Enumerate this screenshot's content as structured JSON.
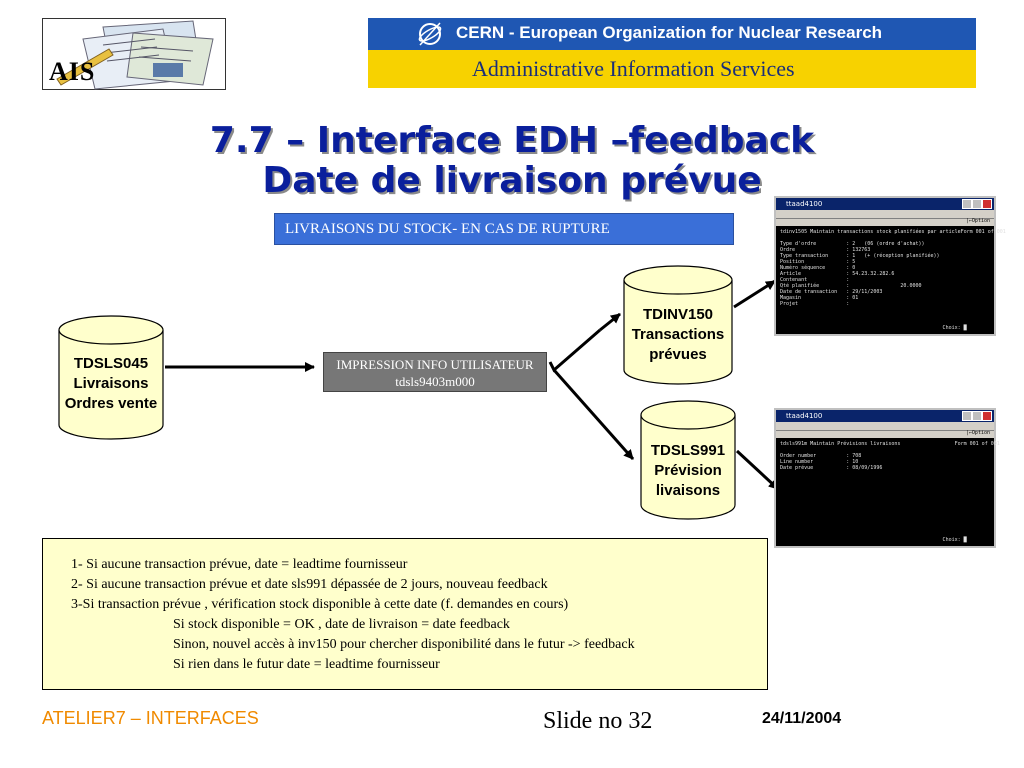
{
  "header": {
    "ais_logo_text": "AIS",
    "cern_line": "CERN - European Organization for Nuclear Research",
    "ais_line": "Administrative Information Services",
    "colors": {
      "cern_blue": "#1f57b3",
      "ais_yellow": "#f7d200"
    }
  },
  "title": {
    "line1": "7.7 – Interface EDH –feedback",
    "line2": "Date de livraison prévue"
  },
  "diagram": {
    "banner": "LIVRAISONS DU STOCK-  EN CAS DE RUPTURE",
    "source_db": {
      "line1": "TDSLS045",
      "line2": "Livraisons",
      "line3": "Ordres vente"
    },
    "process": {
      "line1": "IMPRESSION INFO UTILISATEUR",
      "line2": "tdsls9403m000"
    },
    "db_top": {
      "line1": "TDINV150",
      "line2": "Transactions",
      "line3": "prévues"
    },
    "db_bottom": {
      "line1": "TDSLS991",
      "line2": "Prévision",
      "line3": "livaisons"
    }
  },
  "terminal_top": {
    "title": "ttaad4100",
    "tool_label": "|←Option",
    "lines": [
      "tdinv1505 Maintain transactions stock planifiées par articleForm 001 of 001",
      "",
      "Type d'ordre          : 2   (06 (ordre d'achat))",
      "Ordre                 : 132763",
      "Type transaction      : 1   (+ (réception planifiée))",
      "Position              : 5",
      "Numéro séquence       : 0",
      "Article               : 54.23.32.282.6",
      "Contenant             :",
      "Qté planifiée         :                 20.0000",
      "Date de transaction   : 29/11/2003",
      "Magasin               : 01",
      "Projet                :",
      "",
      "",
      "",
      "                                                      Choix: █"
    ]
  },
  "terminal_bottom": {
    "title": "ttaad4100",
    "tool_label": "|←Option",
    "lines": [
      "tdsls991m Maintain Prévisions livraisons                  Form 001 of 001",
      "",
      "Order number          : 708",
      "Line number           : 10",
      "Date prévue           : 08/09/1996",
      "",
      "",
      "",
      "",
      "",
      "",
      "",
      "",
      "",
      "",
      "",
      "                                                      Choix: █"
    ]
  },
  "notes": {
    "line1": "1- Si aucune transaction prévue, date = leadtime fournisseur",
    "line2": "2- Si aucune transaction prévue et date sls991 dépassée de 2 jours, nouveau feedback",
    "line3": "3-Si transaction prévue , vérification stock disponible à cette date (f. demandes en cours)",
    "line4": "Si stock disponible = OK , date de livraison = date feedback",
    "line5": "Sinon, nouvel accès à inv150 pour chercher disponibilité dans le futur -> feedback",
    "line6": "Si rien dans le futur date = leadtime fournisseur"
  },
  "footer": {
    "left": "ATELIER7 – INTERFACES",
    "center": "Slide no 32",
    "right": "24/11/2004",
    "colors": {
      "left": "#f08a00"
    }
  }
}
